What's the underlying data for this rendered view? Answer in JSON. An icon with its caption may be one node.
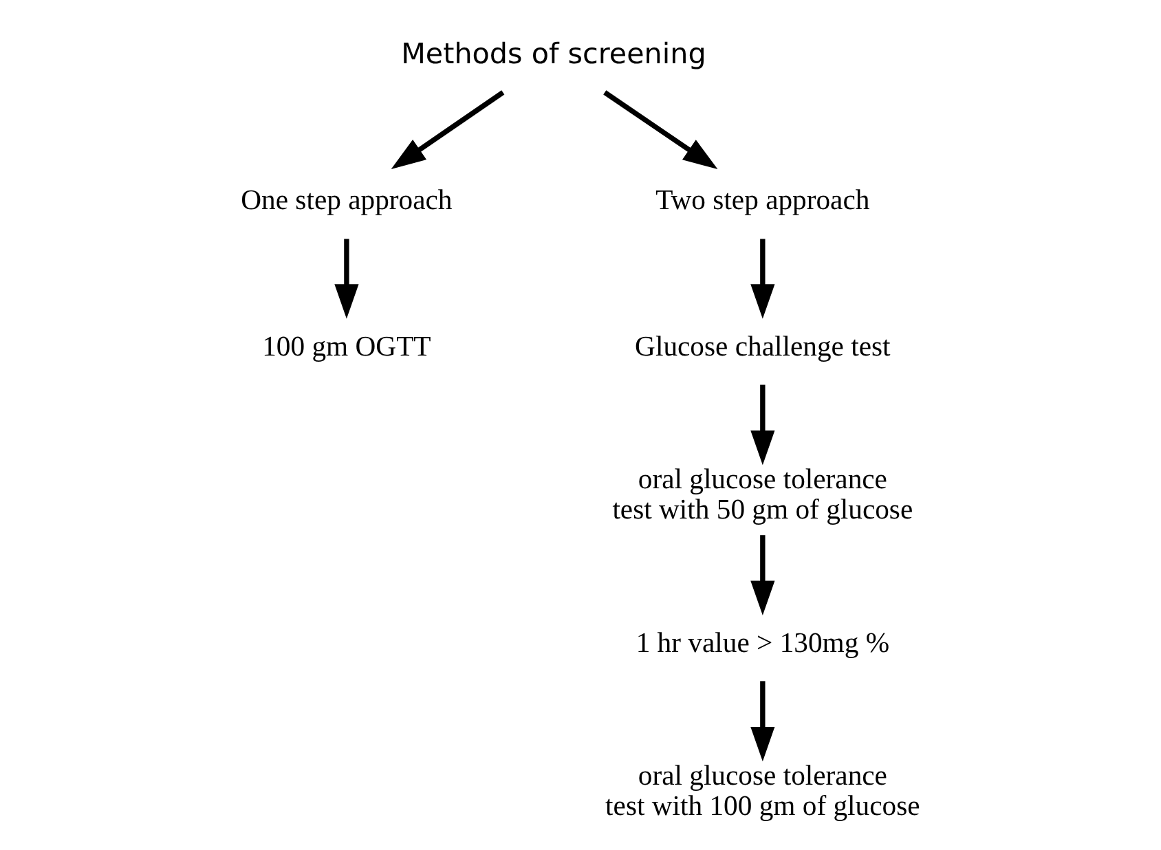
{
  "diagram": {
    "nodes": [
      {
        "text": [
          "Methods of screening"
        ]
      },
      {
        "text": [
          "One step approach"
        ]
      },
      {
        "text": [
          "Two step approach"
        ]
      },
      {
        "text": [
          "100 gm OGTT"
        ]
      },
      {
        "text": [
          "Glucose challenge test"
        ]
      },
      {
        "text": [
          "oral glucose tolerance test with 50 gm of glucose"
        ]
      },
      {
        "text": [
          "1 hr value > 130mg %"
        ]
      },
      {
        "text": [
          "oral glucose tolerance test with 100 gm of glucose"
        ]
      }
    ],
    "edges": [
      {
        "from": 0,
        "to": 1,
        "arrow": "to"
      },
      {
        "from": 0,
        "to": 2,
        "arrow": "to"
      },
      {
        "from": 1,
        "to": 3,
        "arrow": "to"
      },
      {
        "from": 2,
        "to": 4,
        "arrow": "to"
      },
      {
        "from": 4,
        "to": 5,
        "arrow": "to"
      },
      {
        "from": 5,
        "to": 6,
        "arrow": "to"
      },
      {
        "from": 6,
        "to": 7,
        "arrow": "to"
      }
    ]
  }
}
